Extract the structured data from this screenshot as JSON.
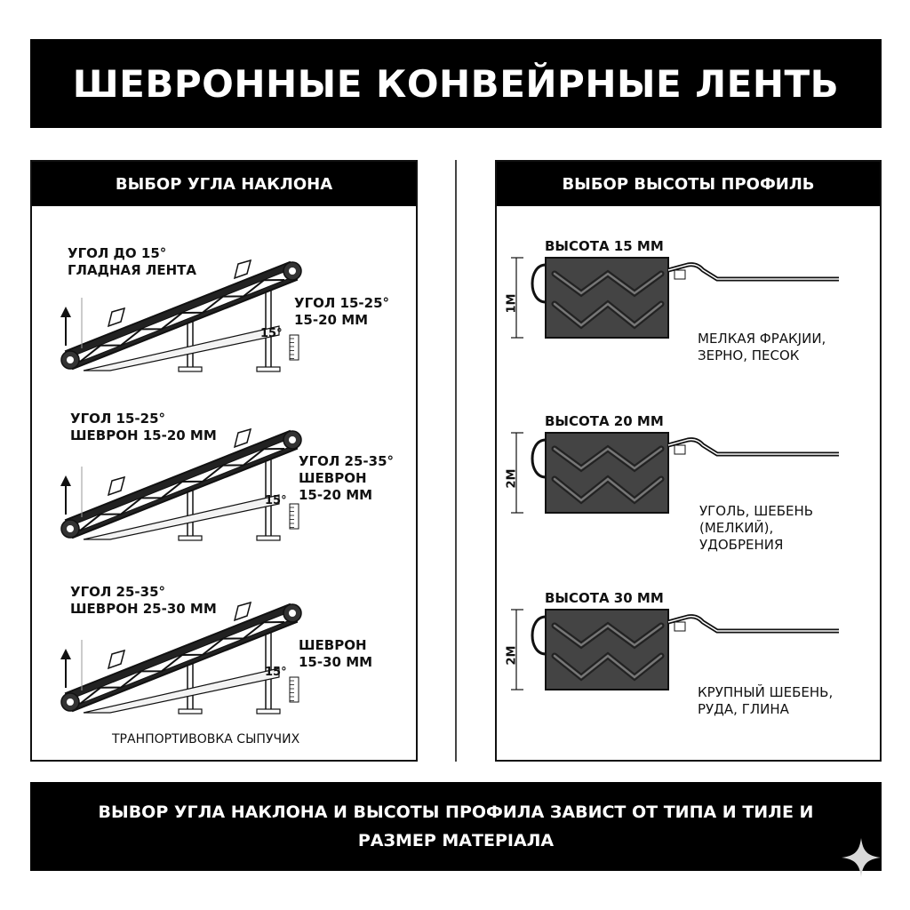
{
  "title": "ШЕВРОННЫЕ КОНВЕЙРНЫЕ ЛЕНТЬ",
  "left_panel": {
    "heading": "ВЫБОР УГЛА НАКЛОНА",
    "rows": [
      {
        "label_left": "УГОЛ ДО 15°\nГЛАДНАЯ ЛЕНТА",
        "label_right": "УГОЛ 15-25°\n15-20 ММ",
        "angle_mark": "15°"
      },
      {
        "label_left": "УГОЛ 15-25°\nШЕВРОН 15-20 ММ",
        "label_right": "УГОЛ 25-35°\nШЕВРОН\n15-20 ММ",
        "angle_mark": "15°"
      },
      {
        "label_left": "УГОЛ 25-35°\nШЕВРОН 25-30 ММ",
        "label_right": "ШЕВРОН\n15-30 ММ",
        "angle_mark": "15°"
      }
    ],
    "caption": "ТРАНПОРТИВОВКА СЫПУЧИХ"
  },
  "right_panel": {
    "heading": "ВЫБОР ВЫСОТЫ ПРОФИЛЬ",
    "rows": [
      {
        "height_label": "ВЫСОТА 15 ММ",
        "dim_label": "1М",
        "materials": "МЕЛКАЯ ФРАКЈИИ,\nЗЕРНО, ПЕСОК"
      },
      {
        "height_label": "ВЫСОТА 20 ММ",
        "dim_label": "2М",
        "materials": "УГОЛЬ, ШЕБЕНЬ\n(МЕЛКИЙ),\nУДОБРЕНИЯ"
      },
      {
        "height_label": "ВЫСОТА 30 ММ",
        "dim_label": "2М",
        "materials": "КРУПНЫЙ ШЕБЕНЬ,\nРУДА, ГЛИНА"
      }
    ]
  },
  "footer": "ВЫВОР УГЛА НАКЛОНА И ВЫСОТЫ ПРОФИЛА ЗАВИСТ ОТ ТИПА И ТИЛЕ И\nРАЗМЕР МАТЕРІАЛА",
  "colors": {
    "banner": "#000000",
    "profile_fill": "#444444",
    "line": "#111111"
  }
}
